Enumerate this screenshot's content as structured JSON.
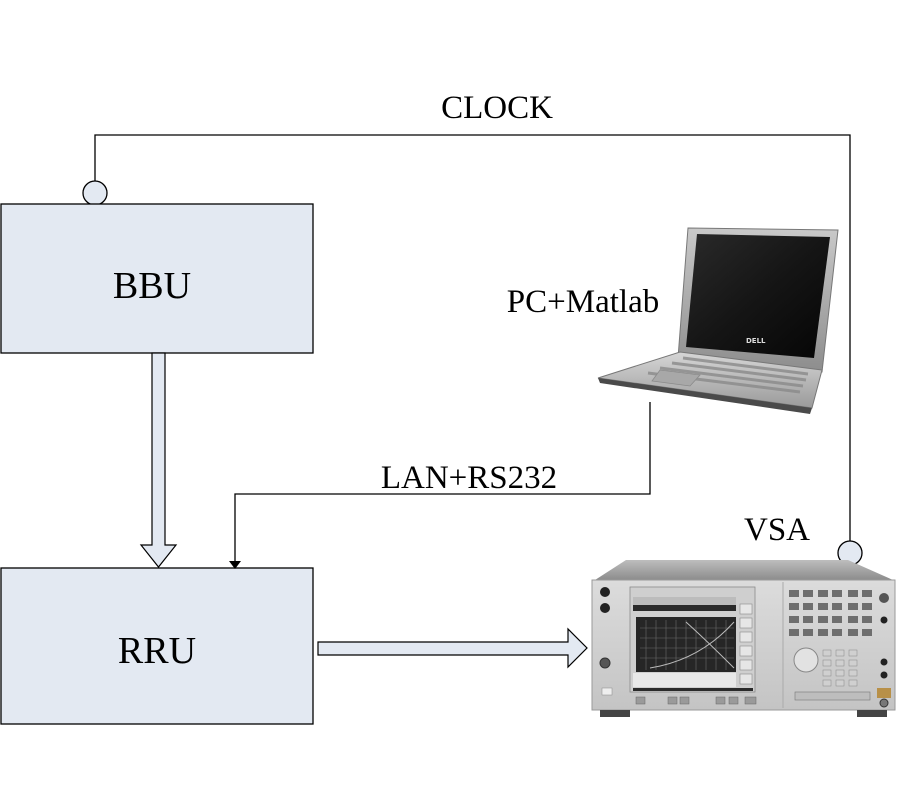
{
  "diagram": {
    "colors": {
      "block_fill": "#e3e9f2",
      "stroke": "#000000",
      "background": "#ffffff"
    },
    "blocks": {
      "bbu": {
        "label": "BBU"
      },
      "rru": {
        "label": "RRU"
      }
    },
    "devices": {
      "pc": {
        "label": "PC+Matlab",
        "icon": "laptop-icon",
        "brand": "DELL"
      },
      "vsa": {
        "label": "VSA",
        "icon": "spectrum-analyzer-icon"
      }
    },
    "connections": {
      "clock": {
        "label": "CLOCK",
        "from": "BBU",
        "to": "VSA",
        "style": "line-with-circle-terminals"
      },
      "control": {
        "label": "LAN+RS232",
        "from": "PC+Matlab",
        "to": "RRU",
        "style": "line-with-arrow"
      },
      "bbu_to_rru": {
        "label": "",
        "from": "BBU",
        "to": "RRU",
        "style": "block-arrow"
      },
      "rru_to_vsa": {
        "label": "",
        "from": "RRU",
        "to": "VSA",
        "style": "block-arrow"
      }
    }
  }
}
